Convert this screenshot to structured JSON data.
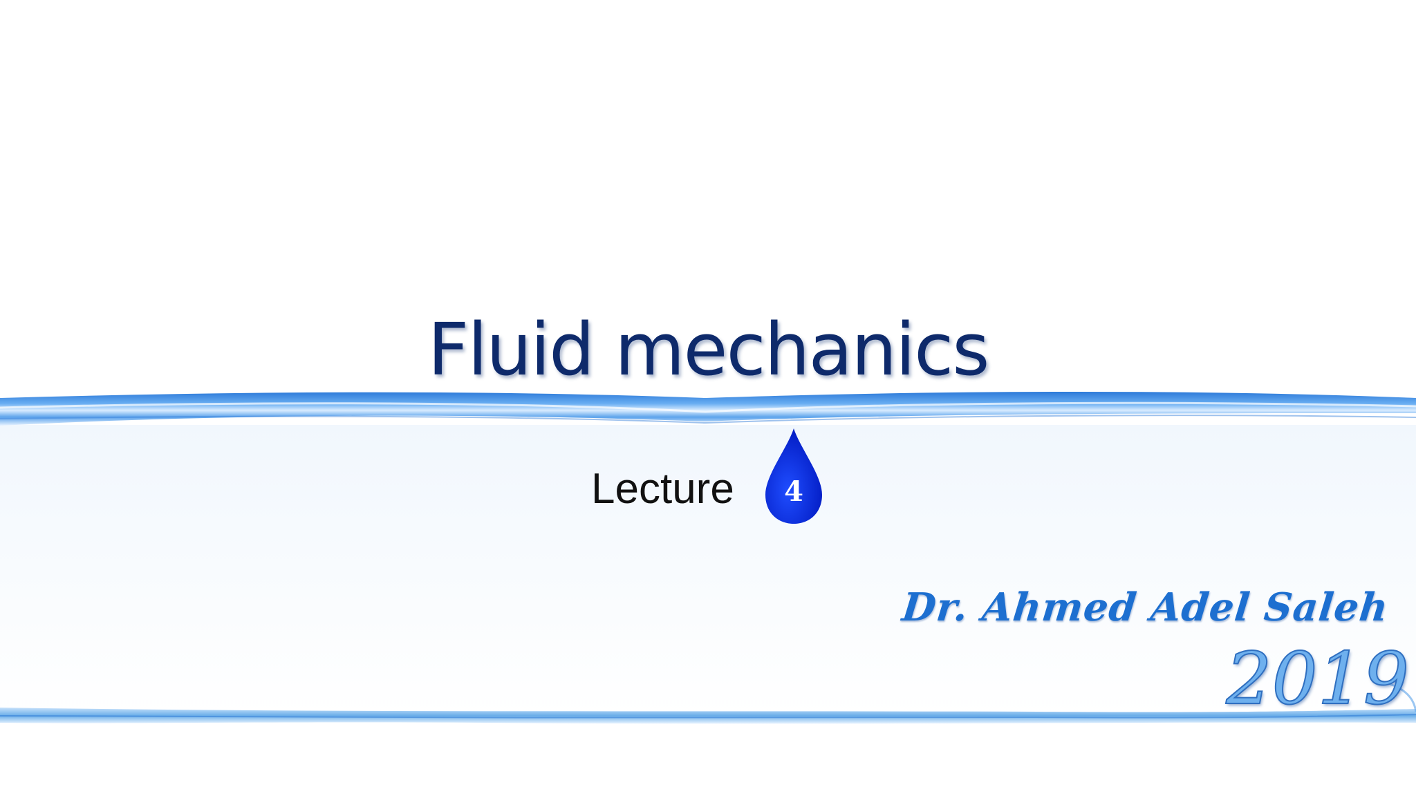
{
  "slide": {
    "title": "Fluid mechanics",
    "lecture_label": "Lecture",
    "lecture_number": "4",
    "author": "Dr. Ahmed Adel Saleh",
    "year": "2019"
  },
  "colors": {
    "title": "#0e2a6b",
    "drop": "#0a2ee0",
    "author": "#1d6fd0",
    "year": "#6eb0ee",
    "water_line": "#4a90e2"
  },
  "icons": {
    "drop": "water-drop-icon",
    "top_wave": "water-wave-top",
    "bottom_wave": "water-wave-bottom"
  }
}
